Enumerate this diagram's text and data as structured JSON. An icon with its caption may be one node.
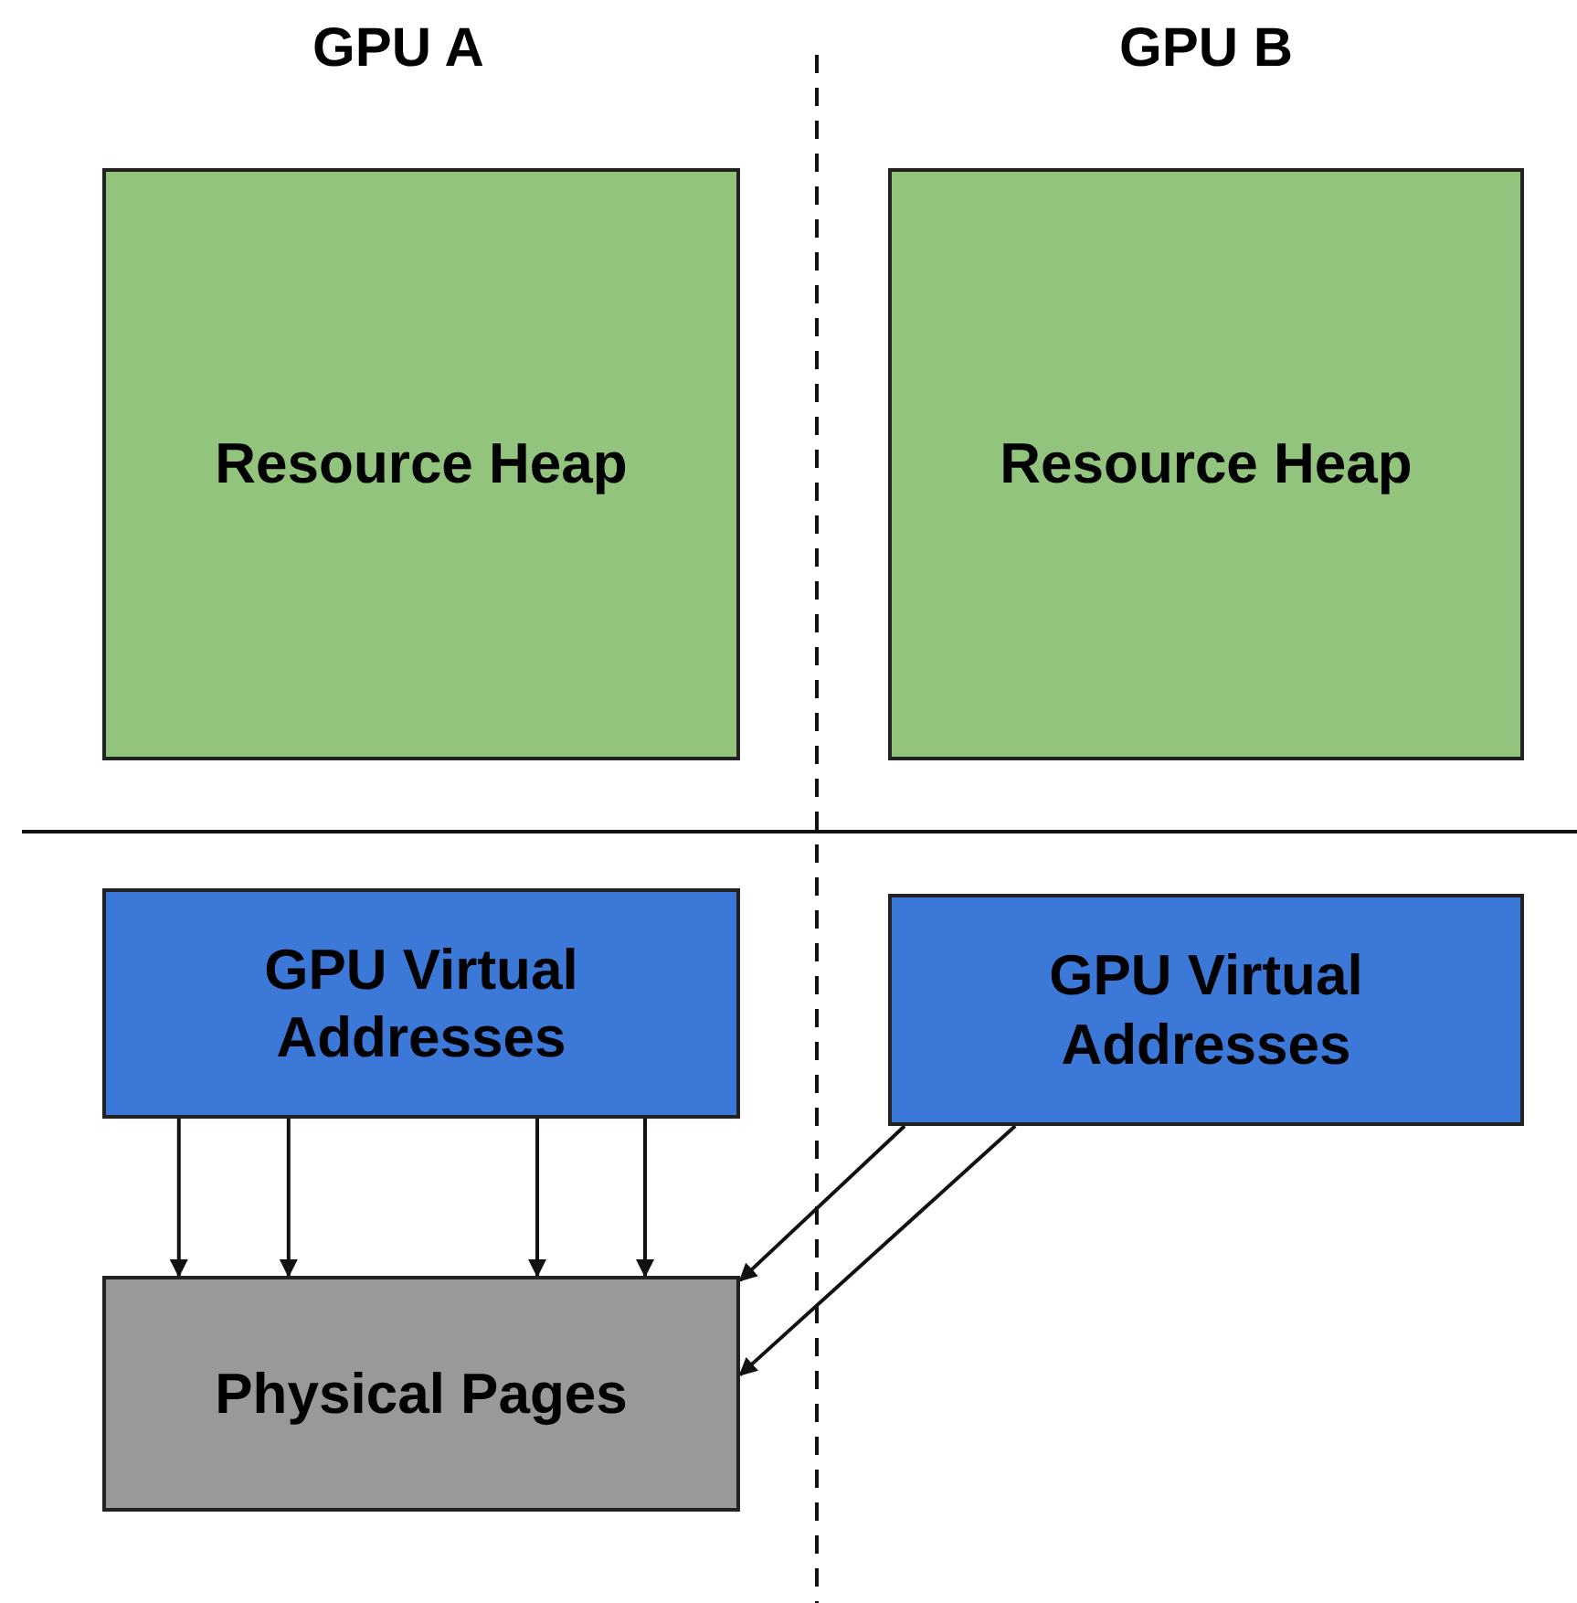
{
  "diagram": {
    "nodes": [
      {
        "text": [
          "Resource Heap"
        ]
      },
      {
        "text": [
          "Resource Heap"
        ]
      },
      {
        "text": [
          "GPU Virtual Addresses"
        ]
      },
      {
        "text": [
          "GPU Virtual Addresses"
        ]
      },
      {
        "text": [
          "Physical Pages"
        ]
      }
    ],
    "edges": [
      {
        "from": 2,
        "to": 4,
        "arrow": "to"
      },
      {
        "from": 2,
        "to": 4,
        "arrow": "to"
      },
      {
        "from": 2,
        "to": 4,
        "arrow": "to"
      },
      {
        "from": 2,
        "to": 4,
        "arrow": "to"
      },
      {
        "from": 3,
        "to": 4,
        "arrow": "to"
      },
      {
        "from": 3,
        "to": 4,
        "arrow": "to"
      }
    ],
    "labels": [
      "GPU A",
      "GPU B"
    ]
  }
}
